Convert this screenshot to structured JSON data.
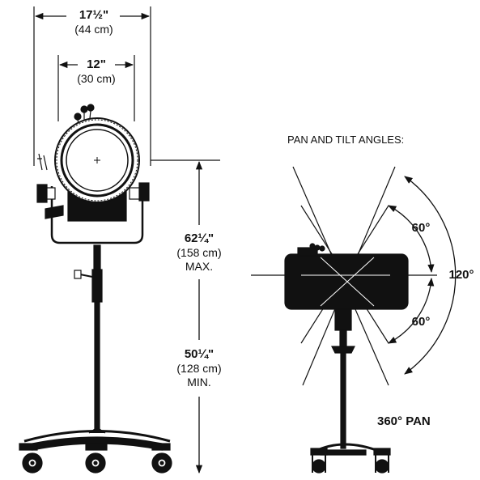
{
  "width_dim": {
    "value": "17½\"",
    "metric": "(44 cm)"
  },
  "head_dim": {
    "value": "12\"",
    "metric": "(30 cm)"
  },
  "max_height": {
    "value": "62¼\"",
    "metric": "(158 cm)",
    "qualifier": "MAX."
  },
  "min_height": {
    "value": "50¼\"",
    "metric": "(128 cm)",
    "qualifier": "MIN."
  },
  "angles": {
    "title": "PAN AND TILT ANGLES:",
    "tilt_up": "60°",
    "tilt_down": "60°",
    "tilt_total": "120°",
    "pan": "360° PAN"
  },
  "colors": {
    "ink": "#111111",
    "paper": "#ffffff"
  }
}
